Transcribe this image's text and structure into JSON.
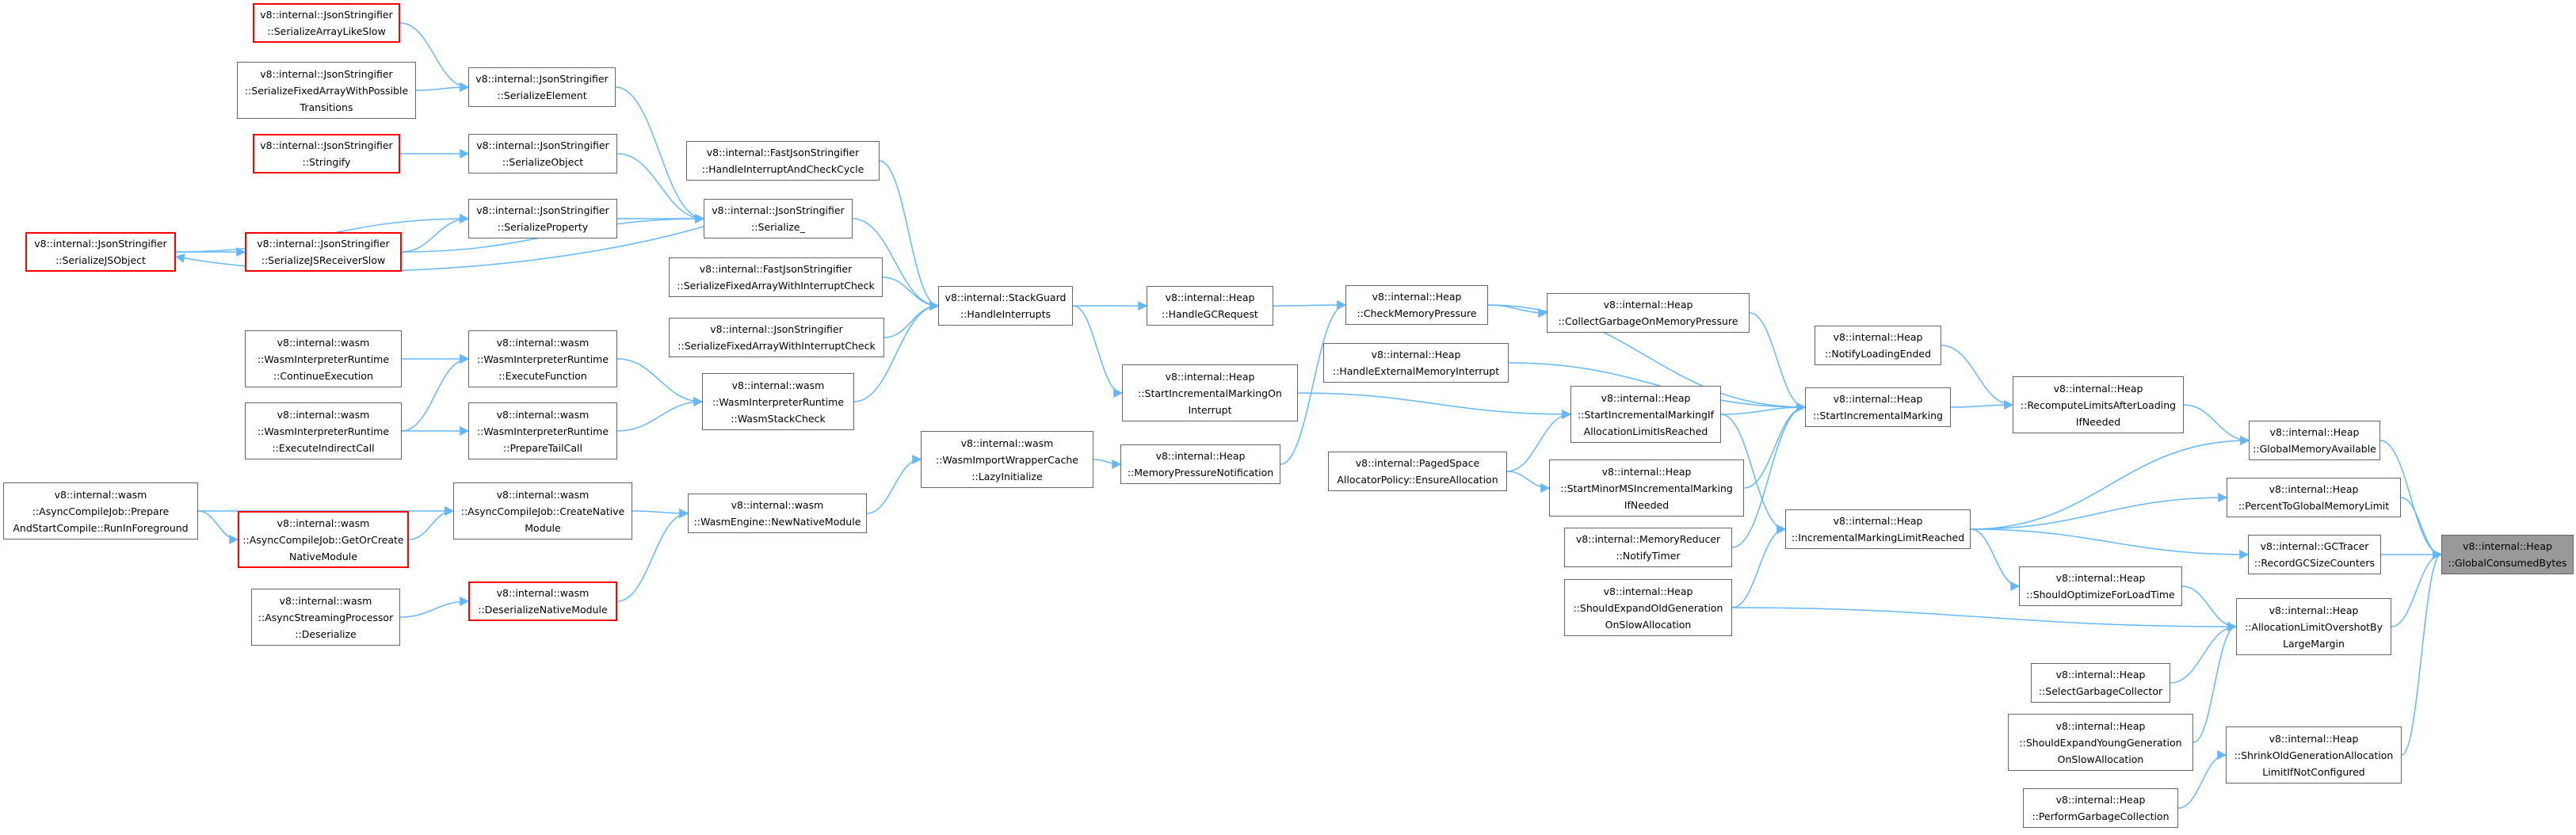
{
  "colors": {
    "edge": "#63b8ff",
    "node_border": "#666666",
    "highlight_border": "#ff0000",
    "root_fill": "#999999"
  },
  "nodes": [
    {
      "id": "gcb",
      "lines": [
        "v8::internal::Heap",
        "::GlobalConsumedBytes"
      ],
      "style": "root"
    },
    {
      "id": "gma",
      "lines": [
        "v8::internal::Heap",
        "::GlobalMemoryAvailable"
      ],
      "style": "normal"
    },
    {
      "id": "ptgml",
      "lines": [
        "v8::internal::Heap",
        "::PercentToGlobalMemoryLimit"
      ],
      "style": "normal"
    },
    {
      "id": "rgcs",
      "lines": [
        "v8::internal::GCTracer",
        "::RecordGCSizeCounters"
      ],
      "style": "normal"
    },
    {
      "id": "alobl",
      "lines": [
        "v8::internal::Heap",
        "::AllocationLimitOvershotBy",
        "LargeMargin"
      ],
      "style": "normal"
    },
    {
      "id": "sogal",
      "lines": [
        "v8::internal::Heap",
        "::ShrinkOldGenerationAllocation",
        "LimitIfNotConfigured"
      ],
      "style": "normal"
    },
    {
      "id": "nle",
      "lines": [
        "v8::internal::Heap",
        "::NotifyLoadingEnded"
      ],
      "style": "normal"
    },
    {
      "id": "rlal",
      "lines": [
        "v8::internal::Heap",
        "::RecomputeLimitsAfterLoading",
        "IfNeeded"
      ],
      "style": "normal"
    },
    {
      "id": "sgc",
      "lines": [
        "v8::internal::Heap",
        "::SelectGarbageCollector"
      ],
      "style": "normal"
    },
    {
      "id": "seyg",
      "lines": [
        "v8::internal::Heap",
        "::ShouldExpandYoungGeneration",
        "OnSlowAllocation"
      ],
      "style": "normal"
    },
    {
      "id": "pgc",
      "lines": [
        "v8::internal::Heap",
        "::PerformGarbageCollection"
      ],
      "style": "normal"
    },
    {
      "id": "sim",
      "lines": [
        "v8::internal::Heap",
        "::StartIncrementalMarking"
      ],
      "style": "normal"
    },
    {
      "id": "imlr",
      "lines": [
        "v8::internal::Heap",
        "::IncrementalMarkingLimitReached"
      ],
      "style": "normal"
    },
    {
      "id": "soflt",
      "lines": [
        "v8::internal::Heap",
        "::ShouldOptimizeForLoadTime"
      ],
      "style": "normal"
    },
    {
      "id": "seog",
      "lines": [
        "v8::internal::Heap",
        "::ShouldExpandOldGeneration",
        "OnSlowAllocation"
      ],
      "style": "normal"
    },
    {
      "id": "mrnt",
      "lines": [
        "v8::internal::MemoryReducer",
        "::NotifyTimer"
      ],
      "style": "normal"
    },
    {
      "id": "cmp",
      "lines": [
        "v8::internal::Heap",
        "::CheckMemoryPressure"
      ],
      "style": "normal"
    },
    {
      "id": "cgomp",
      "lines": [
        "v8::internal::Heap",
        "::CollectGarbageOnMemoryPressure"
      ],
      "style": "normal"
    },
    {
      "id": "hemi",
      "lines": [
        "v8::internal::Heap",
        "::HandleExternalMemoryInterrupt"
      ],
      "style": "normal"
    },
    {
      "id": "simial",
      "lines": [
        "v8::internal::Heap",
        "::StartIncrementalMarkingIf",
        "AllocationLimitIsReached"
      ],
      "style": "normal"
    },
    {
      "id": "psea",
      "lines": [
        "v8::internal::PagedSpace",
        "AllocatorPolicy::EnsureAllocation"
      ],
      "style": "normal"
    },
    {
      "id": "smms",
      "lines": [
        "v8::internal::Heap",
        "::StartMinorMSIncrementalMarking",
        "IfNeeded"
      ],
      "style": "normal"
    },
    {
      "id": "hgcr",
      "lines": [
        "v8::internal::Heap",
        "::HandleGCRequest"
      ],
      "style": "normal"
    },
    {
      "id": "simomi",
      "lines": [
        "v8::internal::Heap",
        "::StartIncrementalMarkingOn",
        "Interrupt"
      ],
      "style": "normal"
    },
    {
      "id": "mpn",
      "lines": [
        "v8::internal::Heap",
        "::MemoryPressureNotification"
      ],
      "style": "normal"
    },
    {
      "id": "sghi",
      "lines": [
        "v8::internal::StackGuard",
        "::HandleInterrupts"
      ],
      "style": "normal"
    },
    {
      "id": "wiwcli",
      "lines": [
        "v8::internal::wasm",
        "::WasmImportWrapperCache",
        "::LazyInitialize"
      ],
      "style": "normal"
    },
    {
      "id": "fjshiacc",
      "lines": [
        "v8::internal::FastJsonStringifier",
        "::HandleInterruptAndCheckCycle"
      ],
      "style": "normal"
    },
    {
      "id": "jsser",
      "lines": [
        "v8::internal::JsonStringifier",
        "::Serialize_"
      ],
      "style": "normal"
    },
    {
      "id": "fjssfawic",
      "lines": [
        "v8::internal::FastJsonStringifier",
        "::SerializeFixedArrayWithInterruptCheck"
      ],
      "style": "normal"
    },
    {
      "id": "jssfawic",
      "lines": [
        "v8::internal::JsonStringifier",
        "::SerializeFixedArrayWithInterruptCheck"
      ],
      "style": "normal"
    },
    {
      "id": "wirwsc",
      "lines": [
        "v8::internal::wasm",
        "::WasmInterpreterRuntime",
        "::WasmStackCheck"
      ],
      "style": "normal"
    },
    {
      "id": "wenm",
      "lines": [
        "v8::internal::wasm",
        "::WasmEngine::NewNativeModule"
      ],
      "style": "normal"
    },
    {
      "id": "jsse",
      "lines": [
        "v8::internal::JsonStringifier",
        "::SerializeElement"
      ],
      "style": "normal"
    },
    {
      "id": "jsso",
      "lines": [
        "v8::internal::JsonStringifier",
        "::SerializeObject"
      ],
      "style": "normal"
    },
    {
      "id": "jssp",
      "lines": [
        "v8::internal::JsonStringifier",
        "::SerializeProperty"
      ],
      "style": "normal"
    },
    {
      "id": "jssjro",
      "lines": [
        "v8::internal::JsonStringifier",
        "::SerializeJSReceiverSlow"
      ],
      "style": "highlight"
    },
    {
      "id": "wiref",
      "lines": [
        "v8::internal::wasm",
        "::WasmInterpreterRuntime",
        "::ExecuteFunction"
      ],
      "style": "normal"
    },
    {
      "id": "wirptc",
      "lines": [
        "v8::internal::wasm",
        "::WasmInterpreterRuntime",
        "::PrepareTailCall"
      ],
      "style": "normal"
    },
    {
      "id": "acjcnm",
      "lines": [
        "v8::internal::wasm",
        "::AsyncCompileJob::CreateNative",
        "Module"
      ],
      "style": "normal"
    },
    {
      "id": "dnm",
      "lines": [
        "v8::internal::wasm",
        "::DeserializeNativeModule"
      ],
      "style": "highlight"
    },
    {
      "id": "jssals",
      "lines": [
        "v8::internal::JsonStringifier",
        "::SerializeArrayLikeSlow"
      ],
      "style": "highlight"
    },
    {
      "id": "jssfawpt",
      "lines": [
        "v8::internal::JsonStringifier",
        "::SerializeFixedArrayWithPossible",
        "Transitions"
      ],
      "style": "normal"
    },
    {
      "id": "jsstr",
      "lines": [
        "v8::internal::JsonStringifier",
        "::Stringify"
      ],
      "style": "highlight"
    },
    {
      "id": "jssjso",
      "lines": [
        "v8::internal::JsonStringifier",
        "::SerializeJSObject"
      ],
      "style": "highlight"
    },
    {
      "id": "wirce",
      "lines": [
        "v8::internal::wasm",
        "::WasmInterpreterRuntime",
        "::ContinueExecution"
      ],
      "style": "normal"
    },
    {
      "id": "wireic",
      "lines": [
        "v8::internal::wasm",
        "::WasmInterpreterRuntime",
        "::ExecuteIndirectCall"
      ],
      "style": "normal"
    },
    {
      "id": "acjgocnm",
      "lines": [
        "v8::internal::wasm",
        "::AsyncCompileJob::GetOrCreate",
        "NativeModule"
      ],
      "style": "highlight"
    },
    {
      "id": "aspd",
      "lines": [
        "v8::internal::wasm",
        "::AsyncStreamingProcessor",
        "::Deserialize"
      ],
      "style": "normal"
    },
    {
      "id": "acjpas",
      "lines": [
        "v8::internal::wasm",
        "::AsyncCompileJob::Prepare",
        "AndStartCompile::RunInForeground"
      ],
      "style": "normal"
    }
  ]
}
